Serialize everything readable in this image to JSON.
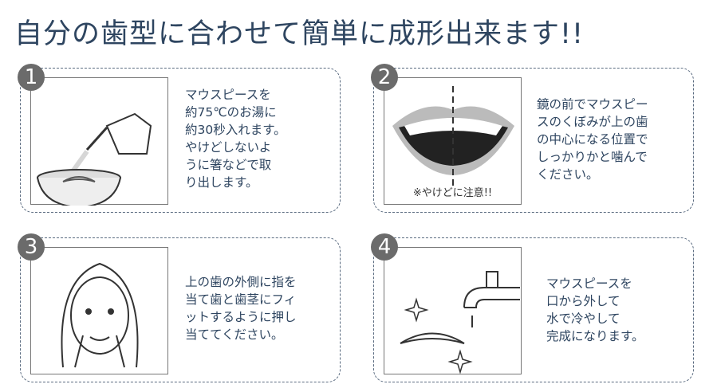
{
  "title": "自分の歯型に合わせて簡単に成形出来ます!!",
  "steps": [
    {
      "number": "1",
      "text": "マウスピースを\n約75℃のお湯に\n約30秒入れます。\nやけどしないよ\nうに箸などで取\nり出します。"
    },
    {
      "number": "2",
      "text": "鏡の前でマウスピー\nスのくぼみが上の歯\nの中心になる位置で\nしっかりかと噛んで\nください。",
      "note": "※やけどに注意!!"
    },
    {
      "number": "3",
      "text": "上の歯の外側に指を\n当て歯と歯茎にフィ\nットするように押し\n当ててください。"
    },
    {
      "number": "4",
      "text": "マウスピースを\n口から外して\n水で冷やして\n完成になります。"
    }
  ]
}
